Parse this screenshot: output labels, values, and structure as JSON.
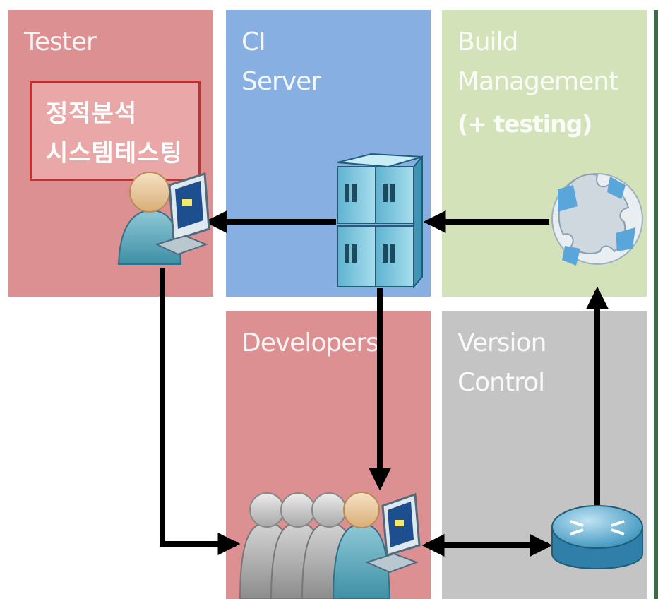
{
  "colors": {
    "tester": "#dd9092",
    "ci_server": "#88afe2",
    "build_management": "#d3e2b8",
    "developers": "#dd9092",
    "version_control": "#c4c4c4",
    "arrow": "#000000",
    "note_border": "#c0312f"
  },
  "panels": {
    "tester": {
      "title": "Tester"
    },
    "ci_server": {
      "title_line1": "CI",
      "title_line2": "Server"
    },
    "build_management": {
      "title_line1": "Build",
      "title_line2": "Management",
      "subtitle": "(+ testing)"
    },
    "developers": {
      "title": "Developers"
    },
    "version_control": {
      "title_line1": "Version",
      "title_line2": "Control"
    }
  },
  "note": {
    "line1": "정적분석",
    "line2": "시스템테스팅"
  },
  "icons": {
    "tester": "tester-at-laptop-icon",
    "ci_server": "server-rack-icon",
    "build_management": "puzzle-globe-icon",
    "developers": "developer-group-icon",
    "version_control": "router-icon"
  }
}
